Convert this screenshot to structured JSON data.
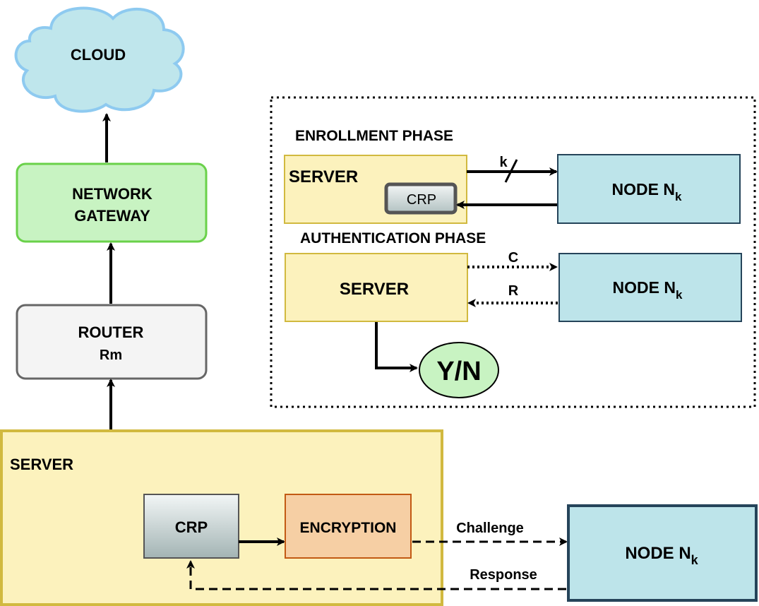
{
  "cloud": {
    "label": "CLOUD"
  },
  "gateway": {
    "line1": "NETWORK",
    "line2": "GATEWAY"
  },
  "router": {
    "line1": "ROUTER",
    "line2": "Rm"
  },
  "main_server": {
    "label": "SERVER",
    "crp": "CRP",
    "encryption": "ENCRYPTION",
    "challenge": "Challenge",
    "response": "Response"
  },
  "main_node": {
    "label": "NODE N",
    "subscript": "k"
  },
  "enrollment": {
    "title": "ENROLLMENT PHASE",
    "server": "SERVER",
    "crp": "CRP",
    "bus_label": "k",
    "node": "NODE N",
    "node_sub": "k"
  },
  "authentication": {
    "title": "AUTHENTICATION PHASE",
    "server": "SERVER",
    "challenge": "C",
    "response": "R",
    "node": "NODE N",
    "node_sub": "k",
    "result": "Y/N"
  },
  "colors": {
    "cloud_fill": "#bfe6ec",
    "cloud_stroke": "#8ecaf0",
    "gateway_fill": "#c8f3c2",
    "gateway_stroke": "#6ad14a",
    "router_fill": "#f4f4f4",
    "router_stroke": "#666666",
    "server_fill": "#fcf2bd",
    "server_stroke": "#d1b93f",
    "node_fill": "#bde4ea",
    "node_stroke": "#25445a",
    "encryption_fill": "#f6cfa4",
    "encryption_stroke": "#c25a14",
    "result_fill": "#c8f3c2"
  }
}
